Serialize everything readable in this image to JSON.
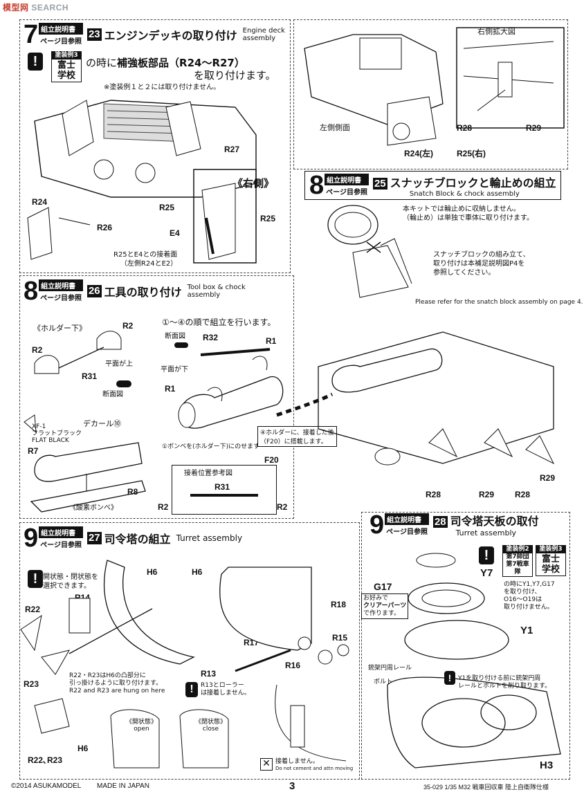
{
  "watermark": {
    "a": "模型",
    "b": "网",
    "c": "SEARCH"
  },
  "steps": {
    "s7": {
      "page_num": "7",
      "book_label": "組立説明書",
      "page_ref": "ページ目参照",
      "step_no": "23",
      "title": "エンジンデッキの取り付け",
      "en1": "Engine deck",
      "en2": "assembly"
    },
    "s8a": {
      "page_num": "8",
      "book_label": "組立説明書",
      "page_ref": "ページ目参照",
      "step_no": "25",
      "title": "スナッチブロックと輪止めの組立",
      "en": "Snatch Block & chock assembly"
    },
    "s8b": {
      "page_num": "8",
      "book_label": "組立説明書",
      "page_ref": "ページ目参照",
      "step_no": "26",
      "title": "工具の取り付け",
      "en1": "Tool box & chock",
      "en2": "assembly"
    },
    "s9a": {
      "page_num": "9",
      "book_label": "組立説明書",
      "page_ref": "ページ目参照",
      "step_no": "27",
      "title": "司令塔の組立",
      "en": "Turret assembly"
    },
    "s9b": {
      "page_num": "9",
      "book_label": "組立説明書",
      "page_ref": "ページ目参照",
      "step_no": "28",
      "title": "司令塔天板の取付",
      "en": "Turret assembly"
    }
  },
  "sec7": {
    "paint_head": "塗装例3",
    "paint_body": "富士学校",
    "note1a": "の時に",
    "note1b": "補強板部品（R24〜R27）",
    "note1c": "を取り付けます。",
    "note2": "※塗装例１と２には取り付けません。",
    "right_side": "《右側》",
    "labels": {
      "r24": "R24",
      "r26": "R26",
      "r27": "R27",
      "r25": "R25",
      "r25b": "R25",
      "e4": "E4"
    },
    "glue": "R25とE4との接着面",
    "glue2": "（左側R24とE2）"
  },
  "sec7r": {
    "zoom": "右側拡大図",
    "left_side": "左側側面",
    "r28": "R28",
    "r29": "R29",
    "r24l": "R24(左)",
    "r25r": "R25(右)"
  },
  "sec8a": {
    "n1": "本キットでは輪止めに収納しません。",
    "n2": "（輪止め）は単独で車体に取り付けます。",
    "n3": "スナッチブロックの組み立て、",
    "n4": "取り付けは本補足説明図P4を",
    "n5": "参照してください。",
    "en_note": "Please refer for the snatch block assembly on page 4."
  },
  "sec8b": {
    "holder": "《ホルダー下》",
    "r2a": "R2",
    "r2b": "R2",
    "r31": "R31",
    "flat_up": "平面が上",
    "section": "断面図",
    "order": "①〜④の順で組立を行います。",
    "section2": "断面図",
    "r32": "R32",
    "r1a": "R1",
    "r1b": "R1",
    "flat_down": "平面が下",
    "c1": "①ボンベを(ホルダー下)にのせます",
    "c4a": "④ホルダーに、接着した後",
    "c4b": "（F20）に搭載します。",
    "xf": "XF-1",
    "xf2": "フラットブラック",
    "xf3": "FLAT BLACK",
    "decal": "デカール",
    "decal_no": "⑩",
    "r7": "R7",
    "r8": "R8",
    "oxygen": "《酸素ボンベ》",
    "ref": "接着位置参考図",
    "f20": "F20",
    "r31b": "R31",
    "r2c": "R2",
    "r2d": "R2",
    "r28a": "R28",
    "r29a": "R29",
    "r28b": "R28",
    "r29b": "R29"
  },
  "sec9a": {
    "sel1": "開状態・閉状態を",
    "sel2": "選択できます。",
    "h6a": "H6",
    "h6b": "H6",
    "r14": "R14",
    "r22": "R22",
    "r23": "R23",
    "r18": "R18",
    "r17": "R17",
    "r15": "R15",
    "r16": "R16",
    "r13": "R13",
    "hook1": "R22・R23はH6の凸部分に",
    "hook2": "引っ掛けるように取り付けます。",
    "hook3": "R22 and R23 are hung on here",
    "roller1": "R13とローラー",
    "roller2": "は接着しません。",
    "r2223": "R22､R23",
    "h6c": "H6",
    "open_jp": "《開状態》",
    "open_en": "open",
    "close_jp": "《閉状態》",
    "close_en": "close",
    "nc1": "接着しません。",
    "nc2": "Do not cement and attn moving"
  },
  "sec9b": {
    "p2h": "塗装例2",
    "p2b1": "第7師団",
    "p2b2": "第7戦車隊",
    "p3h": "塗装例3",
    "p3b": "富士学校",
    "y7": "Y7",
    "g17": "G17",
    "clear1": "お好みで",
    "clear2": "クリアーパーツ",
    "clear3": "で作ります。",
    "y7note1": "の時にY1,Y7,G17",
    "y7note2": "を取り付け、",
    "y7note3": "O16〜O19は",
    "y7note4": "取り付けません。",
    "y1": "Y1",
    "mg": "銃架円周レール",
    "bolt": "ボルト",
    "y1note1": "Y1を取り付ける前に銃架円周",
    "y1note2": "レールとボルトを削り取ります。",
    "h3": "H3"
  },
  "footer": {
    "copyright": "©2014 ASUKAMODEL",
    "made": "MADE IN JAPAN",
    "page": "3",
    "code": "35-029 1/35 M32 戦車回収車 陸上自衛隊仕様"
  }
}
